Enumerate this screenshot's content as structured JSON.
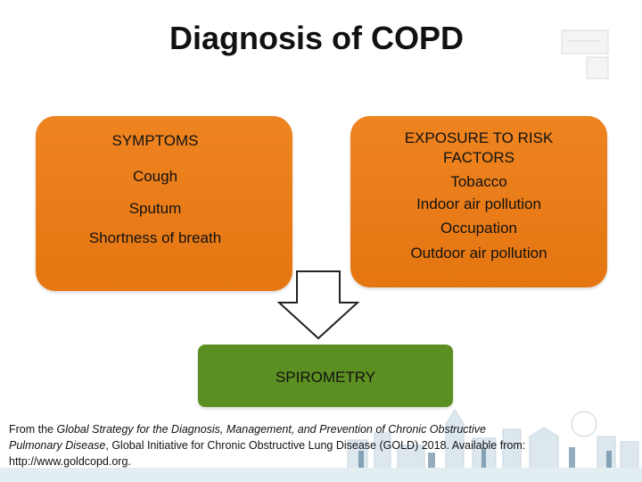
{
  "title": "Diagnosis of COPD",
  "symptoms": {
    "heading": "SYMPTOMS",
    "items": [
      "Cough",
      "Sputum",
      "Shortness of breath"
    ]
  },
  "exposure": {
    "heading_line1": "EXPOSURE TO RISK",
    "heading_line2": "FACTORS",
    "items": [
      "Tobacco",
      "Indoor air pollution",
      "Occupation",
      "Outdoor air pollution"
    ]
  },
  "spirometry": {
    "label": "SPIROMETRY"
  },
  "citation": {
    "prefix": "From the ",
    "italic_title_a": "Global Strategy for the Diagnosis, Management, and Prevention of Chronic Obstructive",
    "italic_title_b": "Pulmonary Disease",
    "suffix": ", Global Initiative for Chronic Obstructive Lung Disease (GOLD) 2018. Available from:",
    "url": "http://www.goldcopd.org",
    "url_suffix": "."
  },
  "colors": {
    "box_orange": "#e97c18",
    "box_green": "#5b8f21",
    "footer_band": "#e3eef3"
  }
}
